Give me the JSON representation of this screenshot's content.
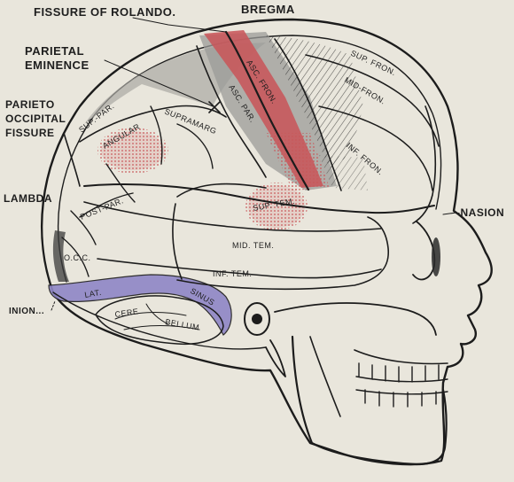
{
  "colors": {
    "paper": "#e9e6dc",
    "ink": "#1c1c1c",
    "red": "#c8575a",
    "purple": "#8f86c6",
    "grey": "#9b9b98"
  },
  "labels": {
    "fissure_of_rolando": "FISSURE OF ROLANDO.",
    "bregma": "BREGMA",
    "parietal": "PARIETAL",
    "eminence": "EMINENCE",
    "parieto": "PARIETO",
    "occipital": "OCCIPITAL",
    "fissure": "FISSURE",
    "lambda": "LAMBDA",
    "nasion": "-NASION",
    "inion": "INION...",
    "sup_fron": "SUP. FRON.",
    "mid_fron": "MID-FRON.",
    "inf_fron": "INF. FRON.",
    "asc_fron": "ASC. FRON.",
    "asc_par": "ASC. PAR.",
    "sup_par": "SUP.-PAR.",
    "supramarg": "SUPRAMARG",
    "angular": "ANGULAR",
    "post_par": "POST-PAR.",
    "sup_tem": "SUP. TEM.",
    "mid_tem": "MID. TEM.",
    "inf_tem": "INF. TEM.",
    "occ": "O.C.C.",
    "lat": "LAT.",
    "sinus": "SINUS",
    "cere": "CERE",
    "bellum": "BELLUM"
  }
}
